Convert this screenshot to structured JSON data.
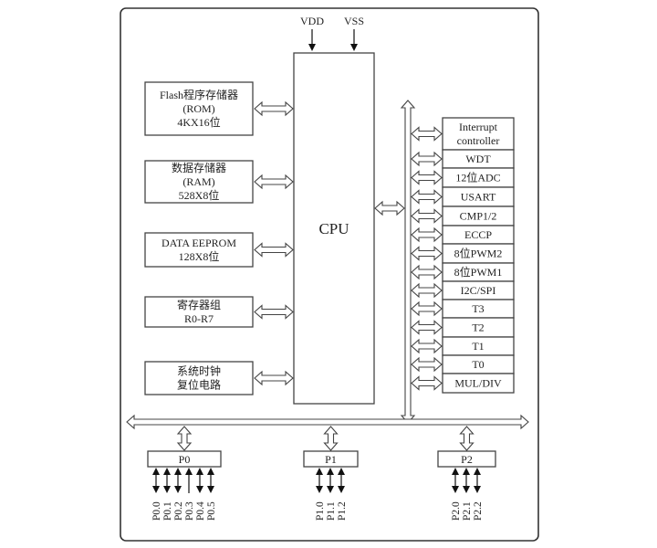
{
  "diagram": {
    "type": "microcontroller-block-diagram",
    "power_inputs": [
      "VDD",
      "VSS"
    ],
    "cpu": {
      "label": "CPU"
    },
    "memory_blocks": [
      {
        "id": "flash",
        "lines": [
          "Flash程序存储器",
          "(ROM)",
          "4KX16位"
        ]
      },
      {
        "id": "ram",
        "lines": [
          "数据存储器",
          "(RAM)",
          "528X8位"
        ]
      },
      {
        "id": "eeprom",
        "lines": [
          "DATA EEPROM",
          "128X8位"
        ]
      },
      {
        "id": "registers",
        "lines": [
          "寄存器组",
          "R0-R7"
        ]
      },
      {
        "id": "clock",
        "lines": [
          "系统时钟",
          "复位电路"
        ]
      }
    ],
    "peripherals": [
      {
        "id": "interrupt",
        "lines": [
          "Interrupt",
          "controller"
        ]
      },
      {
        "id": "wdt",
        "lines": [
          "WDT"
        ]
      },
      {
        "id": "adc",
        "lines": [
          "12位ADC"
        ]
      },
      {
        "id": "usart",
        "lines": [
          "USART"
        ]
      },
      {
        "id": "cmp",
        "lines": [
          "CMP1/2"
        ]
      },
      {
        "id": "eccp",
        "lines": [
          "ECCP"
        ]
      },
      {
        "id": "pwm2",
        "lines": [
          "8位PWM2"
        ]
      },
      {
        "id": "pwm1",
        "lines": [
          "8位PWM1"
        ]
      },
      {
        "id": "i2c",
        "lines": [
          "I2C/SPI"
        ]
      },
      {
        "id": "t3",
        "lines": [
          "T3"
        ]
      },
      {
        "id": "t2",
        "lines": [
          "T2"
        ]
      },
      {
        "id": "t1",
        "lines": [
          "T1"
        ]
      },
      {
        "id": "t0",
        "lines": [
          "T0"
        ]
      },
      {
        "id": "muldiv",
        "lines": [
          "MUL/DIV"
        ]
      }
    ],
    "ports": [
      {
        "id": "p0",
        "label": "P0",
        "pins": [
          {
            "label": "P0.0",
            "direction": "bidirectional"
          },
          {
            "label": "P0.1",
            "direction": "bidirectional"
          },
          {
            "label": "P0.2",
            "direction": "bidirectional"
          },
          {
            "label": "P0.3",
            "direction": "input"
          },
          {
            "label": "P0.4",
            "direction": "bidirectional"
          },
          {
            "label": "P0.5",
            "direction": "bidirectional"
          }
        ]
      },
      {
        "id": "p1",
        "label": "P1",
        "pins": [
          {
            "label": "P1.0",
            "direction": "bidirectional"
          },
          {
            "label": "P1.1",
            "direction": "bidirectional"
          },
          {
            "label": "P1.2",
            "direction": "bidirectional"
          }
        ]
      },
      {
        "id": "p2",
        "label": "P2",
        "pins": [
          {
            "label": "P2.0",
            "direction": "bidirectional"
          },
          {
            "label": "P2.1",
            "direction": "bidirectional"
          },
          {
            "label": "P2.2",
            "direction": "bidirectional"
          }
        ]
      }
    ]
  }
}
